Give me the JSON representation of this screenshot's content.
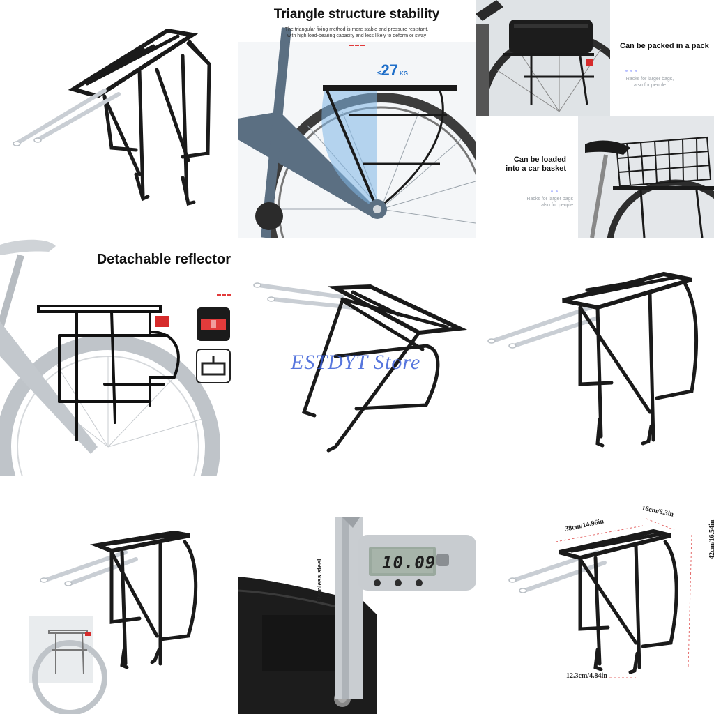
{
  "panels": {
    "triangle": {
      "title": "Triangle structure stability",
      "desc1": "The triangular fixing method is more stable and pressure resistant,",
      "desc2": "with high load-bearing capacity and less likely to deform or sway",
      "load_prefix": "≤",
      "load_value": "27",
      "load_unit": "KG"
    },
    "pack": {
      "title": "Can be packed in a pack",
      "sub1": "Racks for larger bags,",
      "sub2": "also for people"
    },
    "basket": {
      "title1": "Can be loaded",
      "title2": "into a car basket",
      "sub1": "Racks for larger bags",
      "sub2": "also for people"
    },
    "reflector": {
      "title": "Detachable reflector"
    },
    "watermark": {
      "text": "ESTDYT Store"
    },
    "caliper": {
      "display": "10.09",
      "material": "Stainless steel"
    },
    "dimensions": {
      "length": "38cm/14.96in",
      "width": "16cm/6.3in",
      "height": "42cm/16.54in",
      "foot": "12.3cm/4.84in"
    }
  },
  "colors": {
    "rack": "#1a1a1a",
    "accent_red": "#e23b3b",
    "blue_overlay": "#7fb6e6",
    "watermark": "#3a5fd8"
  }
}
